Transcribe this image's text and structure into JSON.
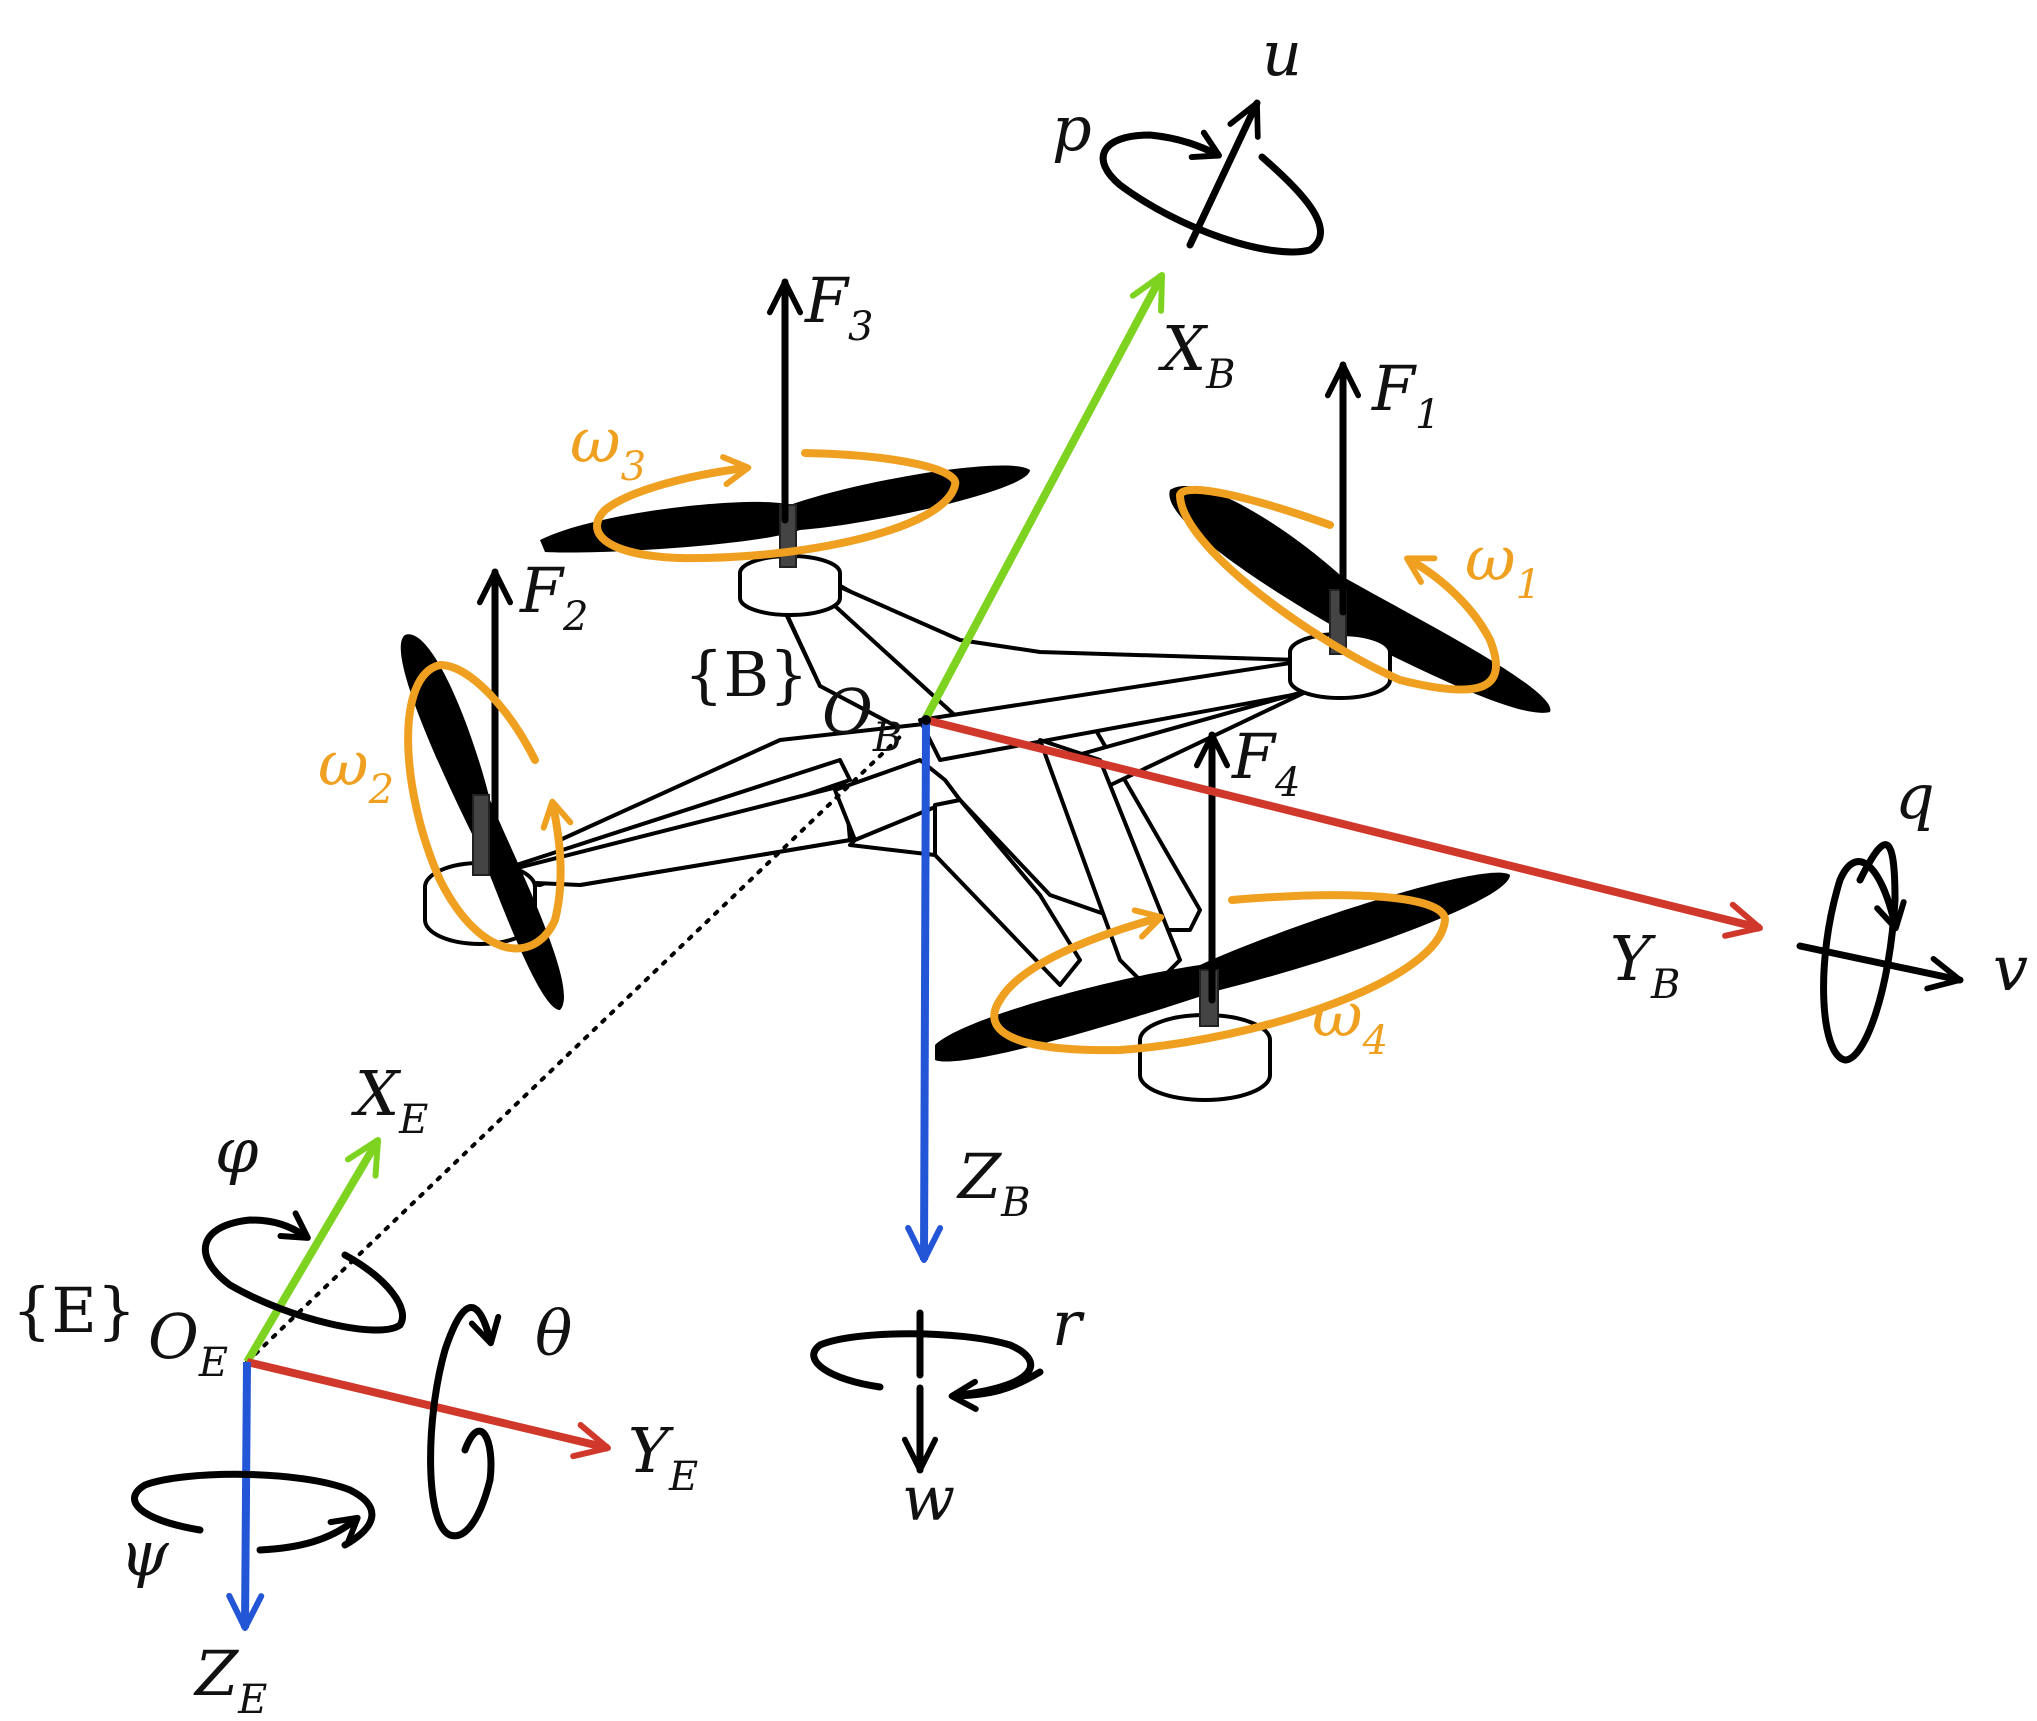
{
  "colors": {
    "x_axis": "#7ed321",
    "y_axis": "#d0382b",
    "z_axis": "#2356d6",
    "rotor_speed": "#f0a020",
    "drone": "#000000"
  },
  "frames": {
    "body": {
      "name": "{B}",
      "origin": "O",
      "origin_sub": "B"
    },
    "earth": {
      "name": "{E}",
      "origin": "O",
      "origin_sub": "E"
    }
  },
  "body_axes": {
    "x": {
      "label": "X",
      "sub": "B",
      "velocity": "u",
      "rate": "p"
    },
    "y": {
      "label": "Y",
      "sub": "B",
      "velocity": "v",
      "rate": "q"
    },
    "z": {
      "label": "Z",
      "sub": "B",
      "velocity": "w",
      "rate": "r"
    }
  },
  "earth_axes": {
    "x": {
      "label": "X",
      "sub": "E",
      "angle": "φ"
    },
    "y": {
      "label": "Y",
      "sub": "E",
      "angle": "θ"
    },
    "z": {
      "label": "Z",
      "sub": "E",
      "angle": "ψ"
    }
  },
  "rotors": [
    {
      "force": "F",
      "force_sub": "1",
      "speed": "ω",
      "speed_sub": "1"
    },
    {
      "force": "F",
      "force_sub": "2",
      "speed": "ω",
      "speed_sub": "2"
    },
    {
      "force": "F",
      "force_sub": "3",
      "speed": "ω",
      "speed_sub": "3"
    },
    {
      "force": "F",
      "force_sub": "4",
      "speed": "ω",
      "speed_sub": "4"
    }
  ]
}
